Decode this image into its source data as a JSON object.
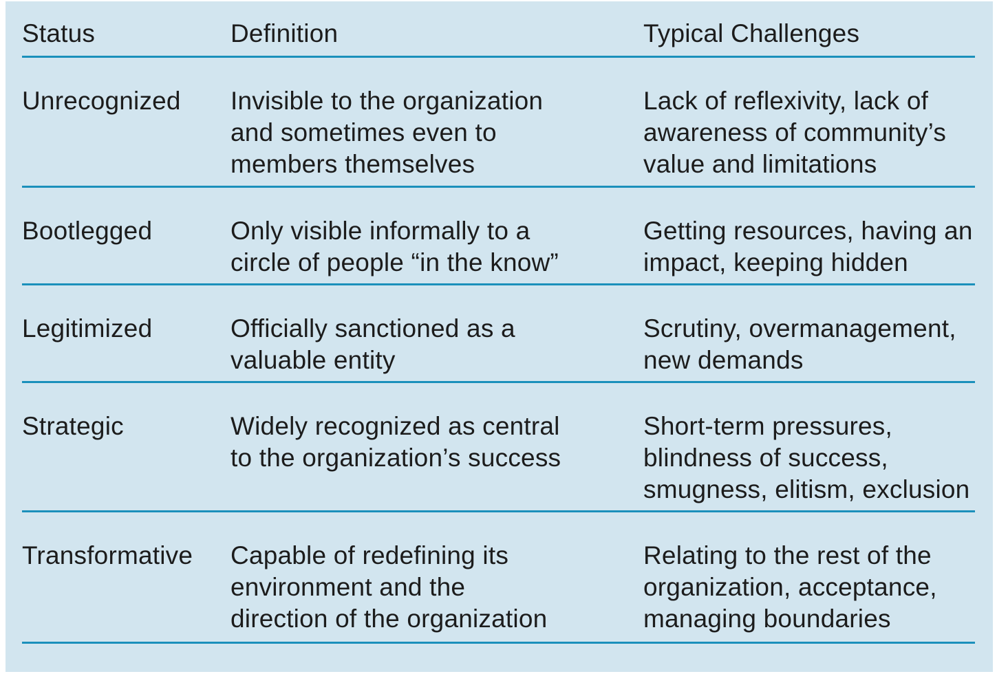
{
  "colors": {
    "panel_bg": "#d2e5ef",
    "rule": "#1b90bb",
    "text": "#1c1c1c",
    "page_bg": "#ffffff"
  },
  "table": {
    "columns": [
      "Status",
      "Definition",
      "Typical Challenges"
    ],
    "rows": [
      {
        "status": "Unrecognized",
        "definition": "Invisible to the organization\nand sometimes even to\nmembers themselves",
        "challenges": "Lack of reflexivity, lack of\nawareness of community’s\nvalue and limitations"
      },
      {
        "status": "Bootlegged",
        "definition": "Only visible informally to a\ncircle of people “in the know”",
        "challenges": "Getting resources, having an\nimpact, keeping hidden"
      },
      {
        "status": "Legitimized",
        "definition": "Officially sanctioned as a\nvaluable entity",
        "challenges": "Scrutiny, overmanagement,\nnew demands"
      },
      {
        "status": "Strategic",
        "definition": "Widely recognized as central\nto the organization’s success",
        "challenges": "Short-term pressures,\nblindness of success,\nsmugness, elitism, exclusion"
      },
      {
        "status": "Transformative",
        "definition": "Capable of redefining its\nenvironment and the\ndirection of the organization",
        "challenges": "Relating to the rest of the\norganization, acceptance,\nmanaging boundaries"
      }
    ]
  }
}
